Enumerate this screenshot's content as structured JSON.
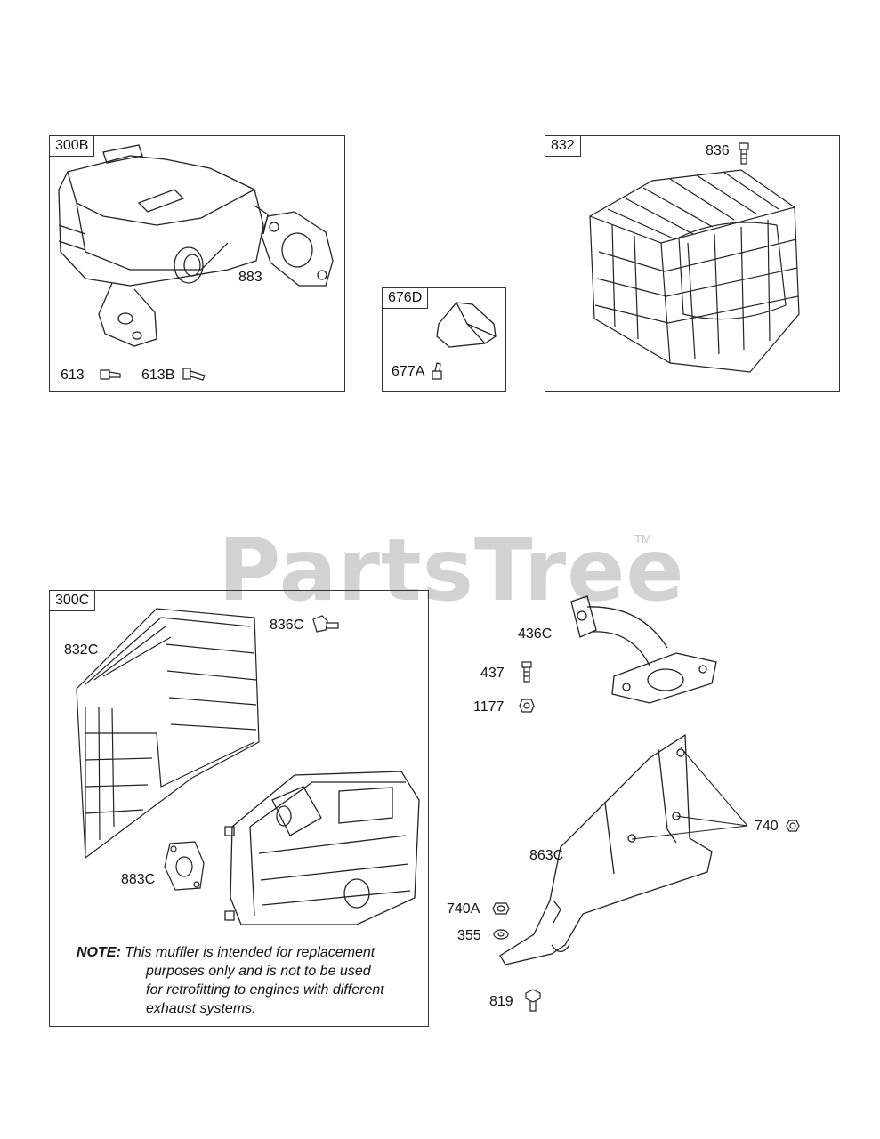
{
  "watermark": {
    "brand": "PartsTree",
    "tm": "TM"
  },
  "panels": {
    "p300b": {
      "tag": "300B",
      "callouts": {
        "gasket": "883",
        "screw": "613",
        "bolt": "613B"
      }
    },
    "p676d": {
      "tag": "676D",
      "callouts": {
        "screw": "677A"
      }
    },
    "p832": {
      "tag": "832",
      "callouts": {
        "screw": "836"
      }
    },
    "p300c": {
      "tag": "300C",
      "callouts": {
        "guard": "832C",
        "screw": "836C",
        "gasket": "883C"
      },
      "note": {
        "label": "NOTE:",
        "first": "This muffler is intended for replacement",
        "rest": [
          "purposes only and is not to be used",
          "for retrofitting to engines with different",
          "exhaust systems."
        ]
      }
    }
  },
  "loose_parts": {
    "elbow": "436C",
    "bolt": "437",
    "nut": "1177",
    "bracket_nuts": "740",
    "bracket": "863C",
    "nut_a": "740A",
    "washer": "355",
    "screw": "819"
  }
}
